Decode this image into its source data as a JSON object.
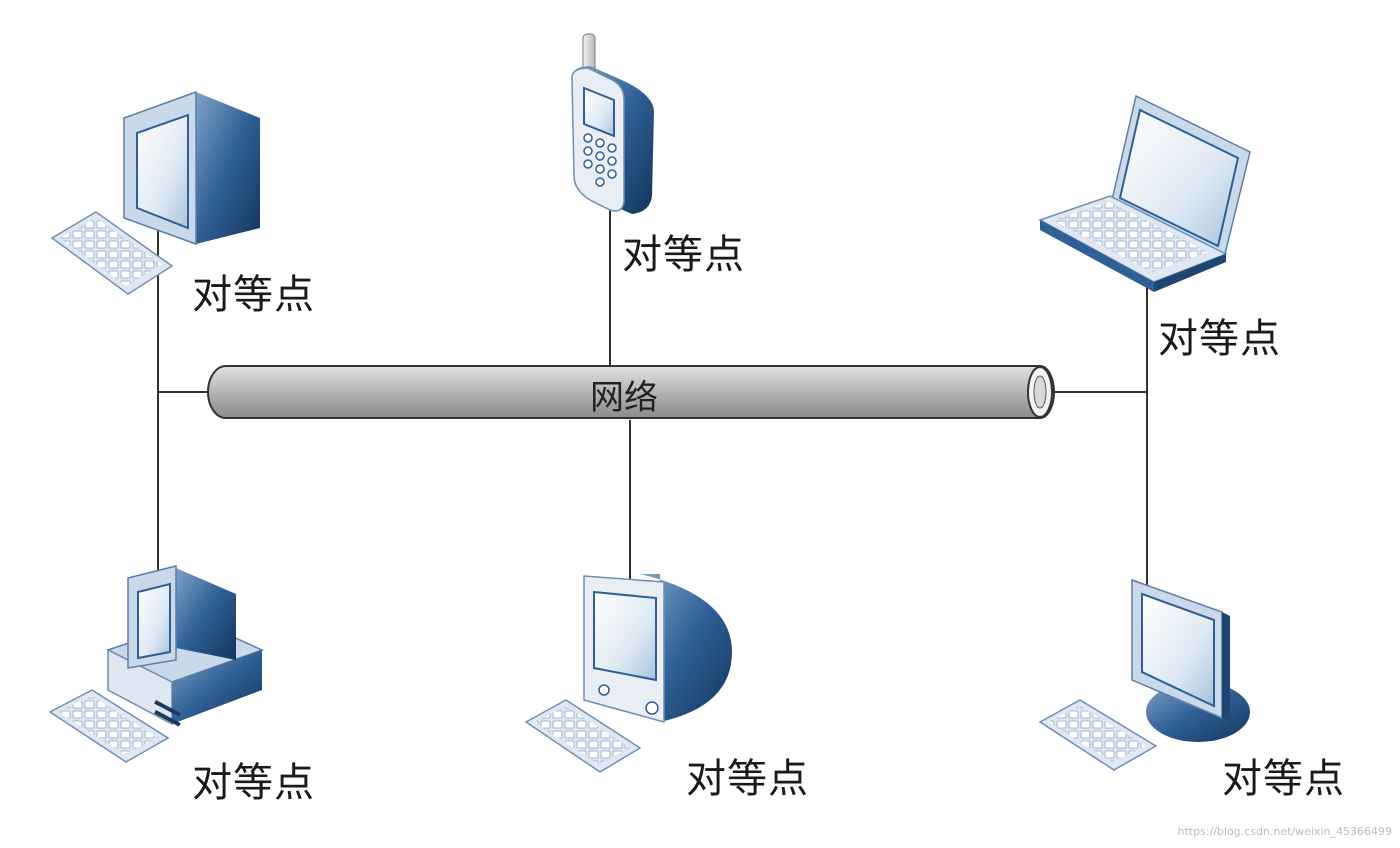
{
  "network": {
    "label": "网络"
  },
  "peers": [
    {
      "id": "desktop-crt",
      "label": "对等点",
      "icon": "desktop-computer-icon"
    },
    {
      "id": "mobile-phone",
      "label": "对等点",
      "icon": "mobile-phone-icon"
    },
    {
      "id": "laptop",
      "label": "对等点",
      "icon": "laptop-icon"
    },
    {
      "id": "tower-pc",
      "label": "对等点",
      "icon": "tower-pc-icon"
    },
    {
      "id": "imac",
      "label": "对等点",
      "icon": "all-in-one-computer-icon"
    },
    {
      "id": "flat-monitor",
      "label": "对等点",
      "icon": "flat-monitor-icon"
    }
  ],
  "watermark": "https://blog.csdn.net/weixin_45366499",
  "colors": {
    "pipe_fill": "#b9b9b9",
    "pipe_stroke": "#333333",
    "device_blue": "#2e5f95",
    "screen_light": "#e4eef8",
    "line": "#333333"
  }
}
